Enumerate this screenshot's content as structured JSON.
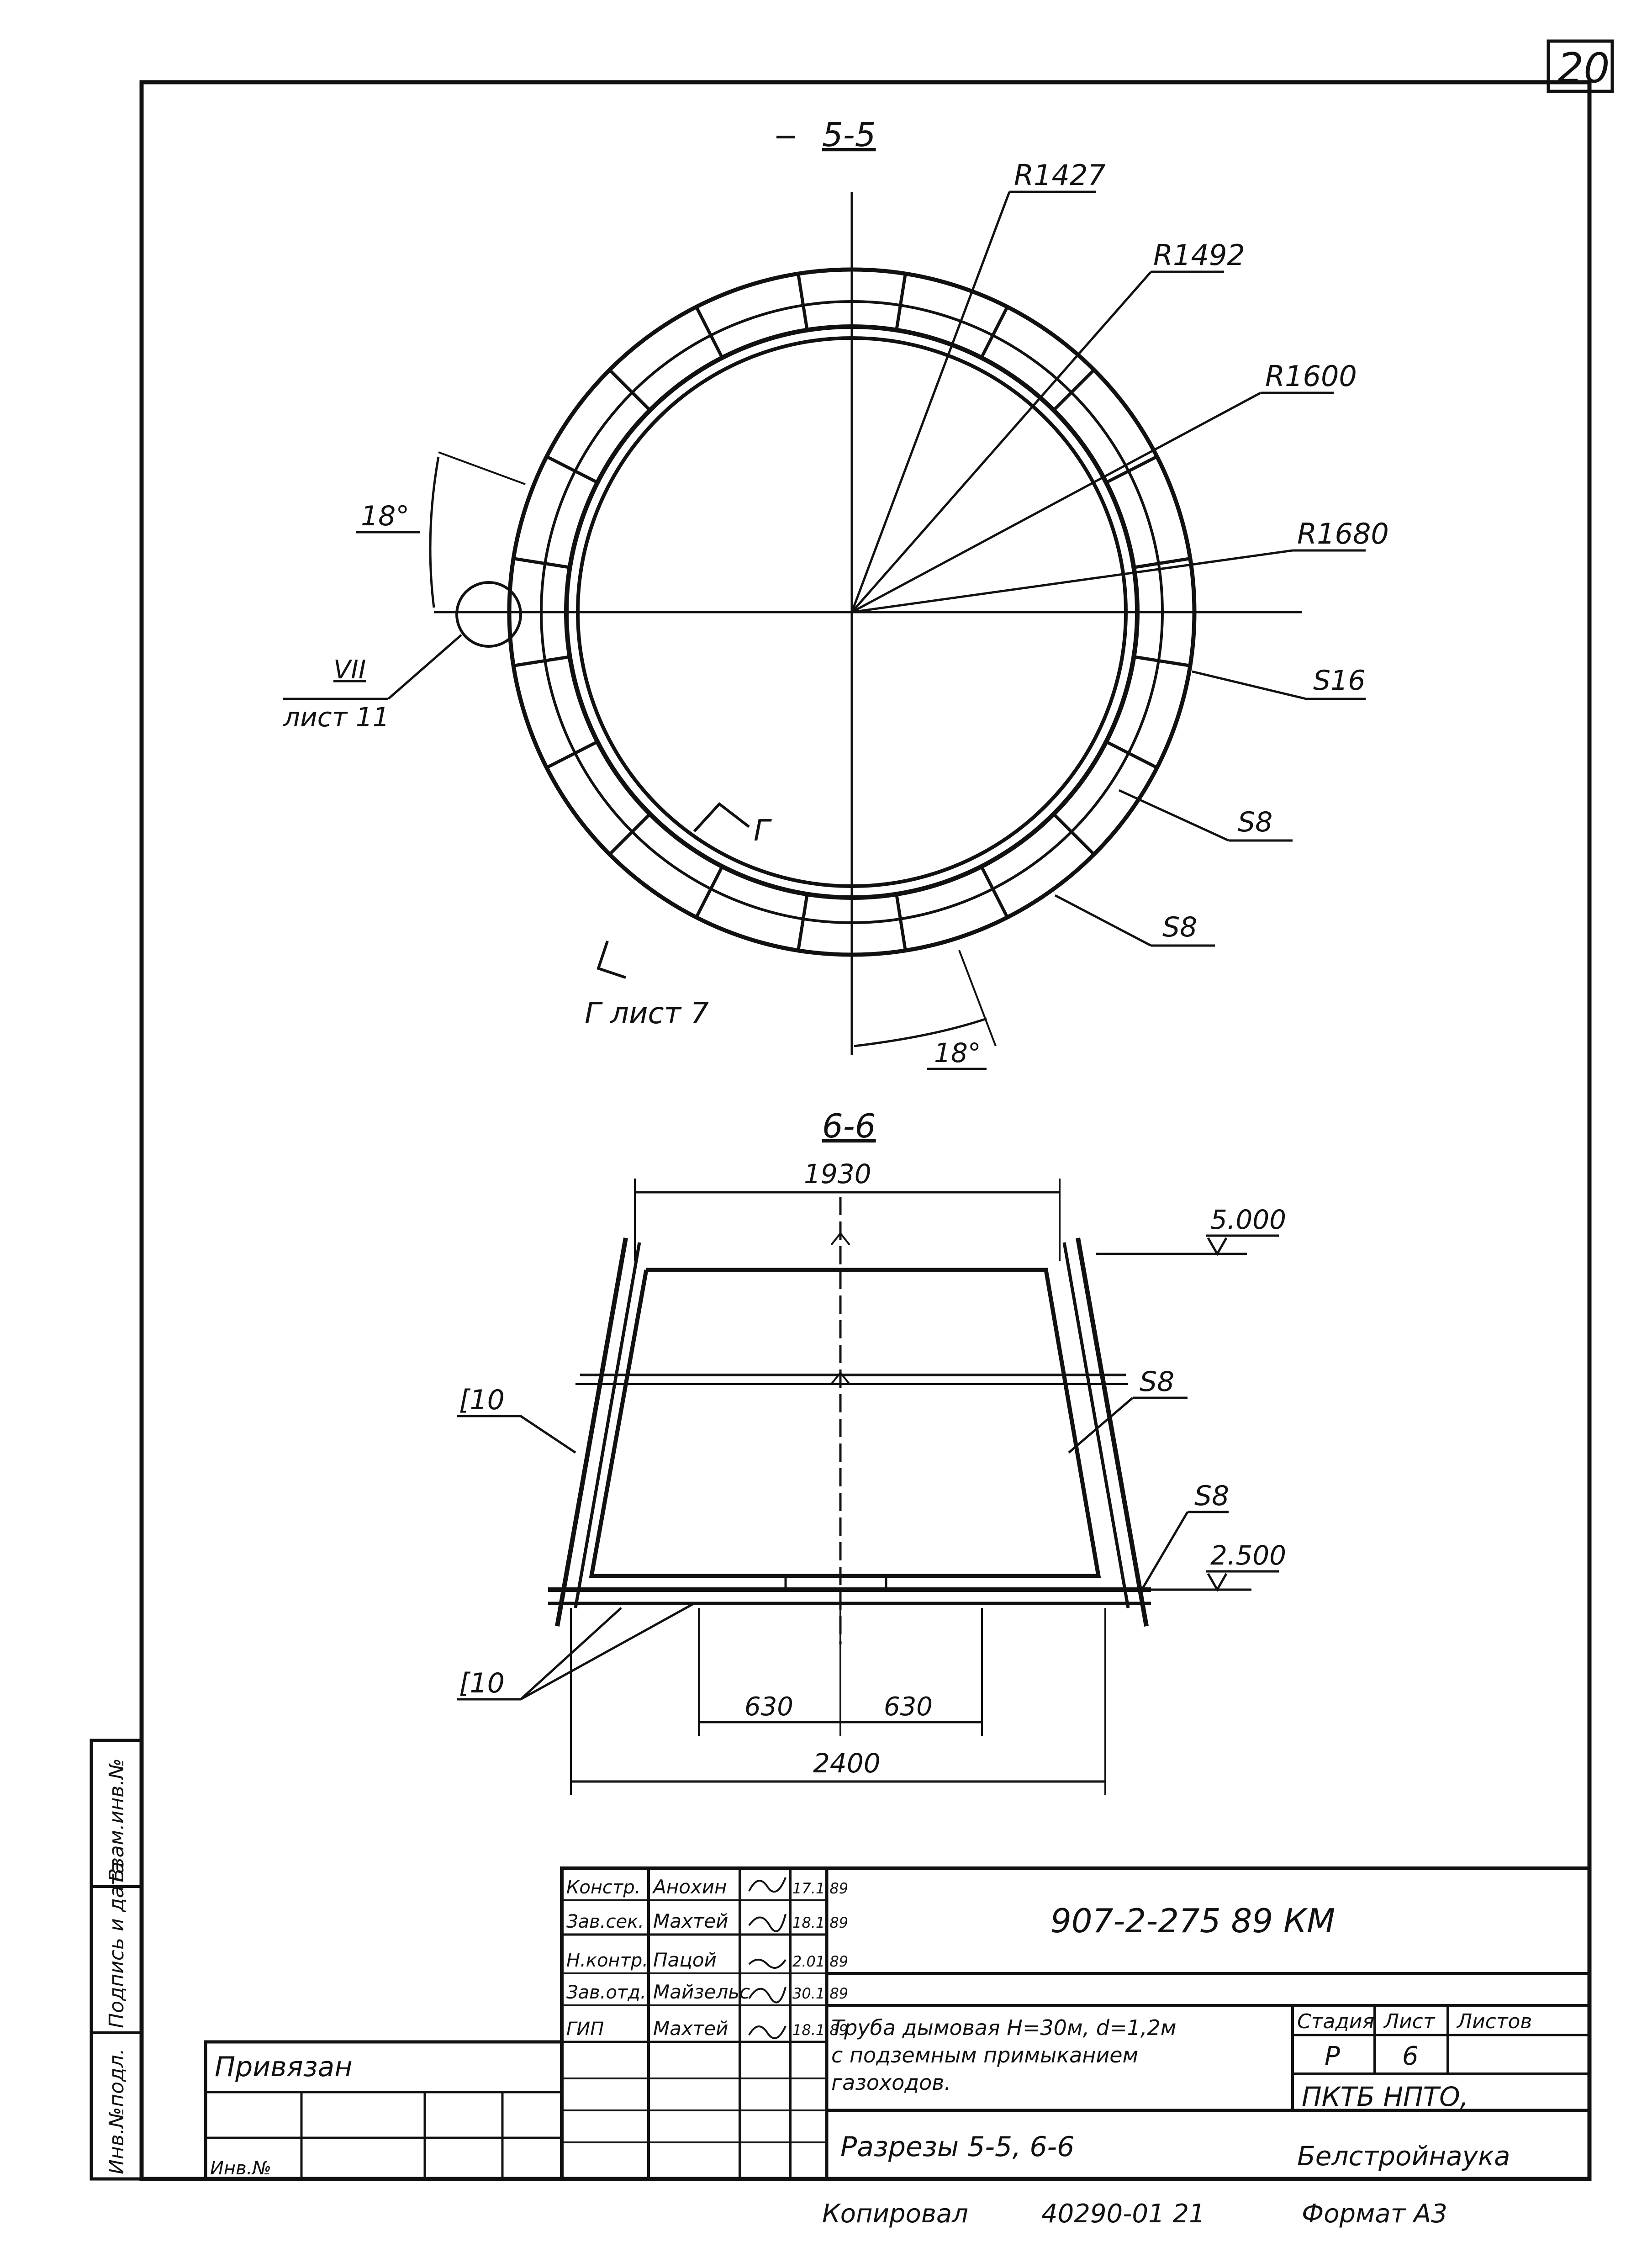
{
  "sheet": {
    "page_number": "20",
    "format": "Формат А3",
    "copied": "Копировал",
    "copy_number": "40290-01 21"
  },
  "section_5_5": {
    "title": "5-5",
    "radius_labels": [
      "R1427",
      "R1492",
      "R1600",
      "R1680"
    ],
    "angle_label_left": "18°",
    "angle_label_bottom": "18°",
    "node_ref_numeral": "VII",
    "node_ref_sheet": "лист 11",
    "cut_ref_letter": "Г",
    "cut_ref_sheet": "Г лист 7",
    "thickness_labels": [
      "S16",
      "S8",
      "S8"
    ]
  },
  "section_6_6": {
    "title": "6-6",
    "dim_top": "1930",
    "dim_bottom": "2400",
    "dim_left": "630",
    "dim_right": "630",
    "level_top": "5.000",
    "level_bottom": "2.500",
    "label_s8_a": "S8",
    "label_s8_b": "S8",
    "label_c10_a": "[10",
    "label_c10_b": "[10"
  },
  "side_stamp": {
    "inv_orig": "Инв.№подл.",
    "sign_date": "Подпись и дата",
    "inv_replace": "Взам.инв.№"
  },
  "title_block": {
    "doc_code": "907-2-275 89 КМ",
    "roles": [
      "Констр.",
      "Зав.сек.",
      "Н.контр.",
      "Зав.отд.",
      "ГИП"
    ],
    "names": [
      "Анохин",
      "Махтей",
      "Пацой",
      "Майзельс",
      "Махтей"
    ],
    "dates": [
      "17.1.89",
      "18.1.89",
      "2.01.89",
      "30.1.89",
      "18.1.89"
    ],
    "object_title_1": "Труба дымовая Н=30м, d=1,2м",
    "object_title_2": "с подземным примыканием",
    "object_title_3": "газоходов.",
    "stage_header": "Стадия",
    "sheet_header": "Лист",
    "sheets_header": "Листов",
    "stage_value": "Р",
    "sheet_value": "6",
    "sheet_name": "Разрезы 5-5, 6-6",
    "org_1": "ПКТБ НПТО,",
    "org_2": "Белстройнаука",
    "binding": "Привязан",
    "inv_no": "Инв.№"
  }
}
